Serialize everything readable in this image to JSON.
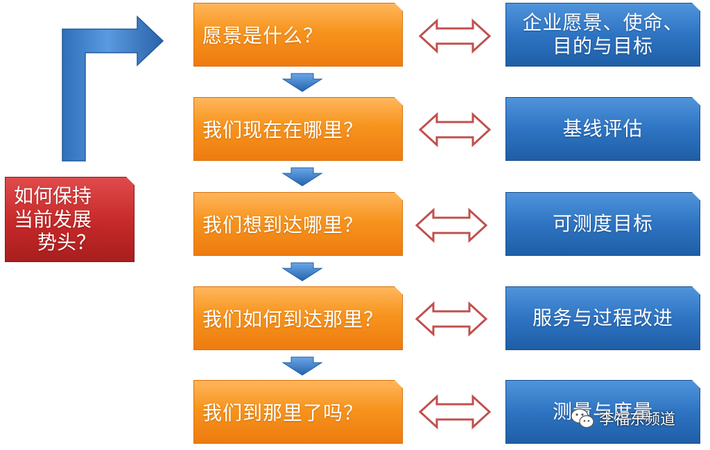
{
  "diagram": {
    "left_box": [
      "如何保持",
      "当前发展",
      "势头？"
    ],
    "steps": [
      {
        "question": "愿景是什么？",
        "answer": "企业愿景、使命、目的与目标"
      },
      {
        "question": "我们现在在哪里？",
        "answer": "基线评估"
      },
      {
        "question": "我们想到达哪里？",
        "answer": "可测度目标"
      },
      {
        "question": "我们如何到达那里？",
        "answer": "服务与过程改进"
      },
      {
        "question": "我们到那里了吗？",
        "answer": "测量与度量"
      }
    ]
  },
  "watermark": {
    "text": "李福东频道",
    "icon": "wechat-icon"
  },
  "colors": {
    "orange": "#f7941d",
    "blue": "#2e74c2",
    "red": "#c62828",
    "arrow_outline": "#c0504d",
    "down_arrow": "#2e74c2"
  }
}
